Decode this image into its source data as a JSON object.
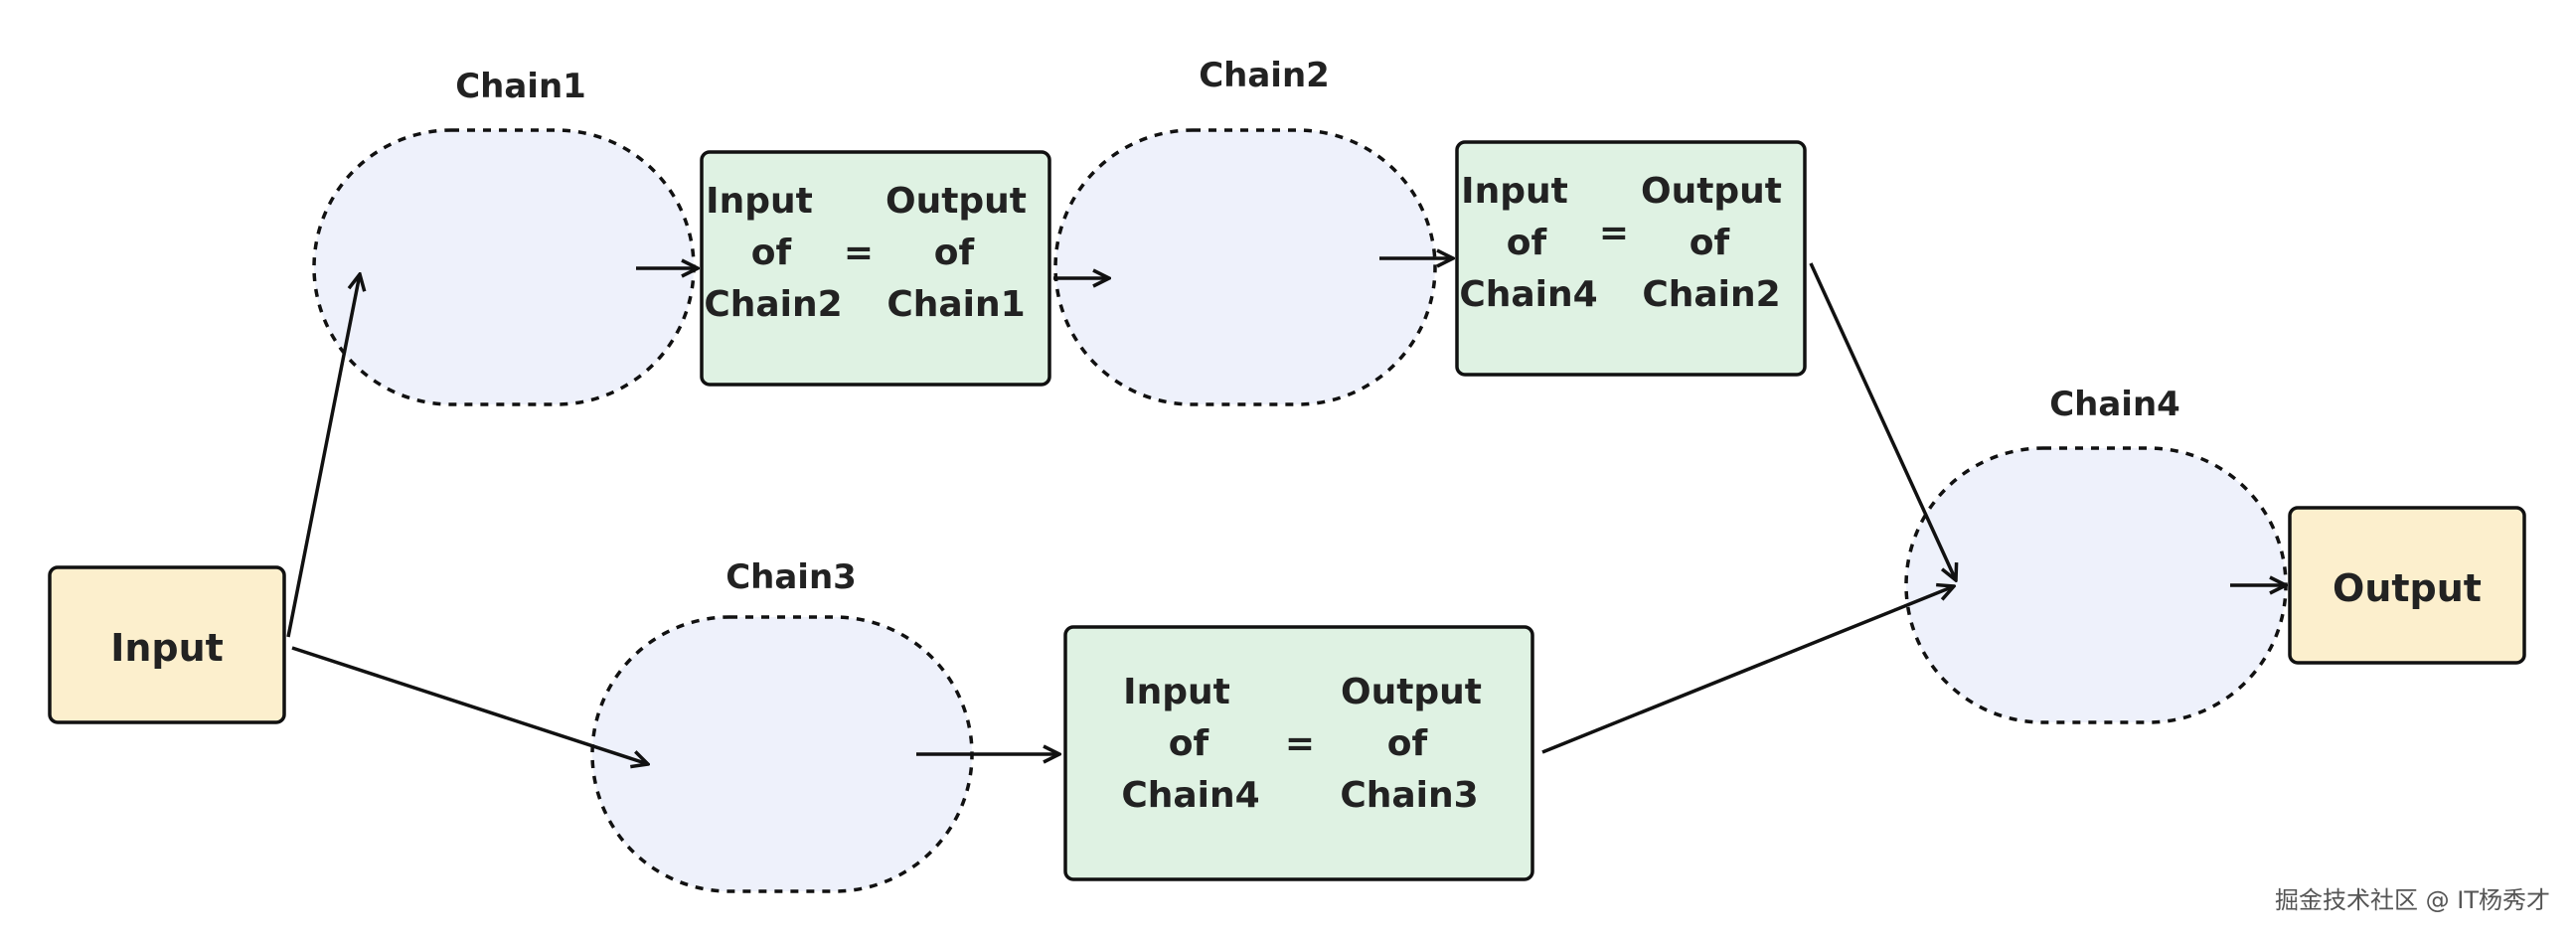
{
  "colors": {
    "chain_fill": "#eef1fb",
    "equation_fill": "#dff2e3",
    "io_fill": "#fcefcd",
    "stroke": "#111111"
  },
  "chains": {
    "chain1": "Chain1",
    "chain2": "Chain2",
    "chain3": "Chain3",
    "chain4": "Chain4"
  },
  "input_label": "Input",
  "output_label": "Output",
  "equations": {
    "eq1": {
      "left": [
        "Input",
        "of",
        "Chain2"
      ],
      "sign": "=",
      "right": [
        "Output",
        "of",
        "Chain1"
      ]
    },
    "eq2": {
      "left": [
        "Input",
        "of",
        "Chain4"
      ],
      "sign": "=",
      "right": [
        "Output",
        "of",
        "Chain2"
      ]
    },
    "eq3": {
      "left": [
        "Input",
        "of",
        "Chain4"
      ],
      "sign": "=",
      "right": [
        "Output",
        "of",
        "Chain3"
      ]
    }
  },
  "watermark": "掘金技术社区 @ IT杨秀才"
}
